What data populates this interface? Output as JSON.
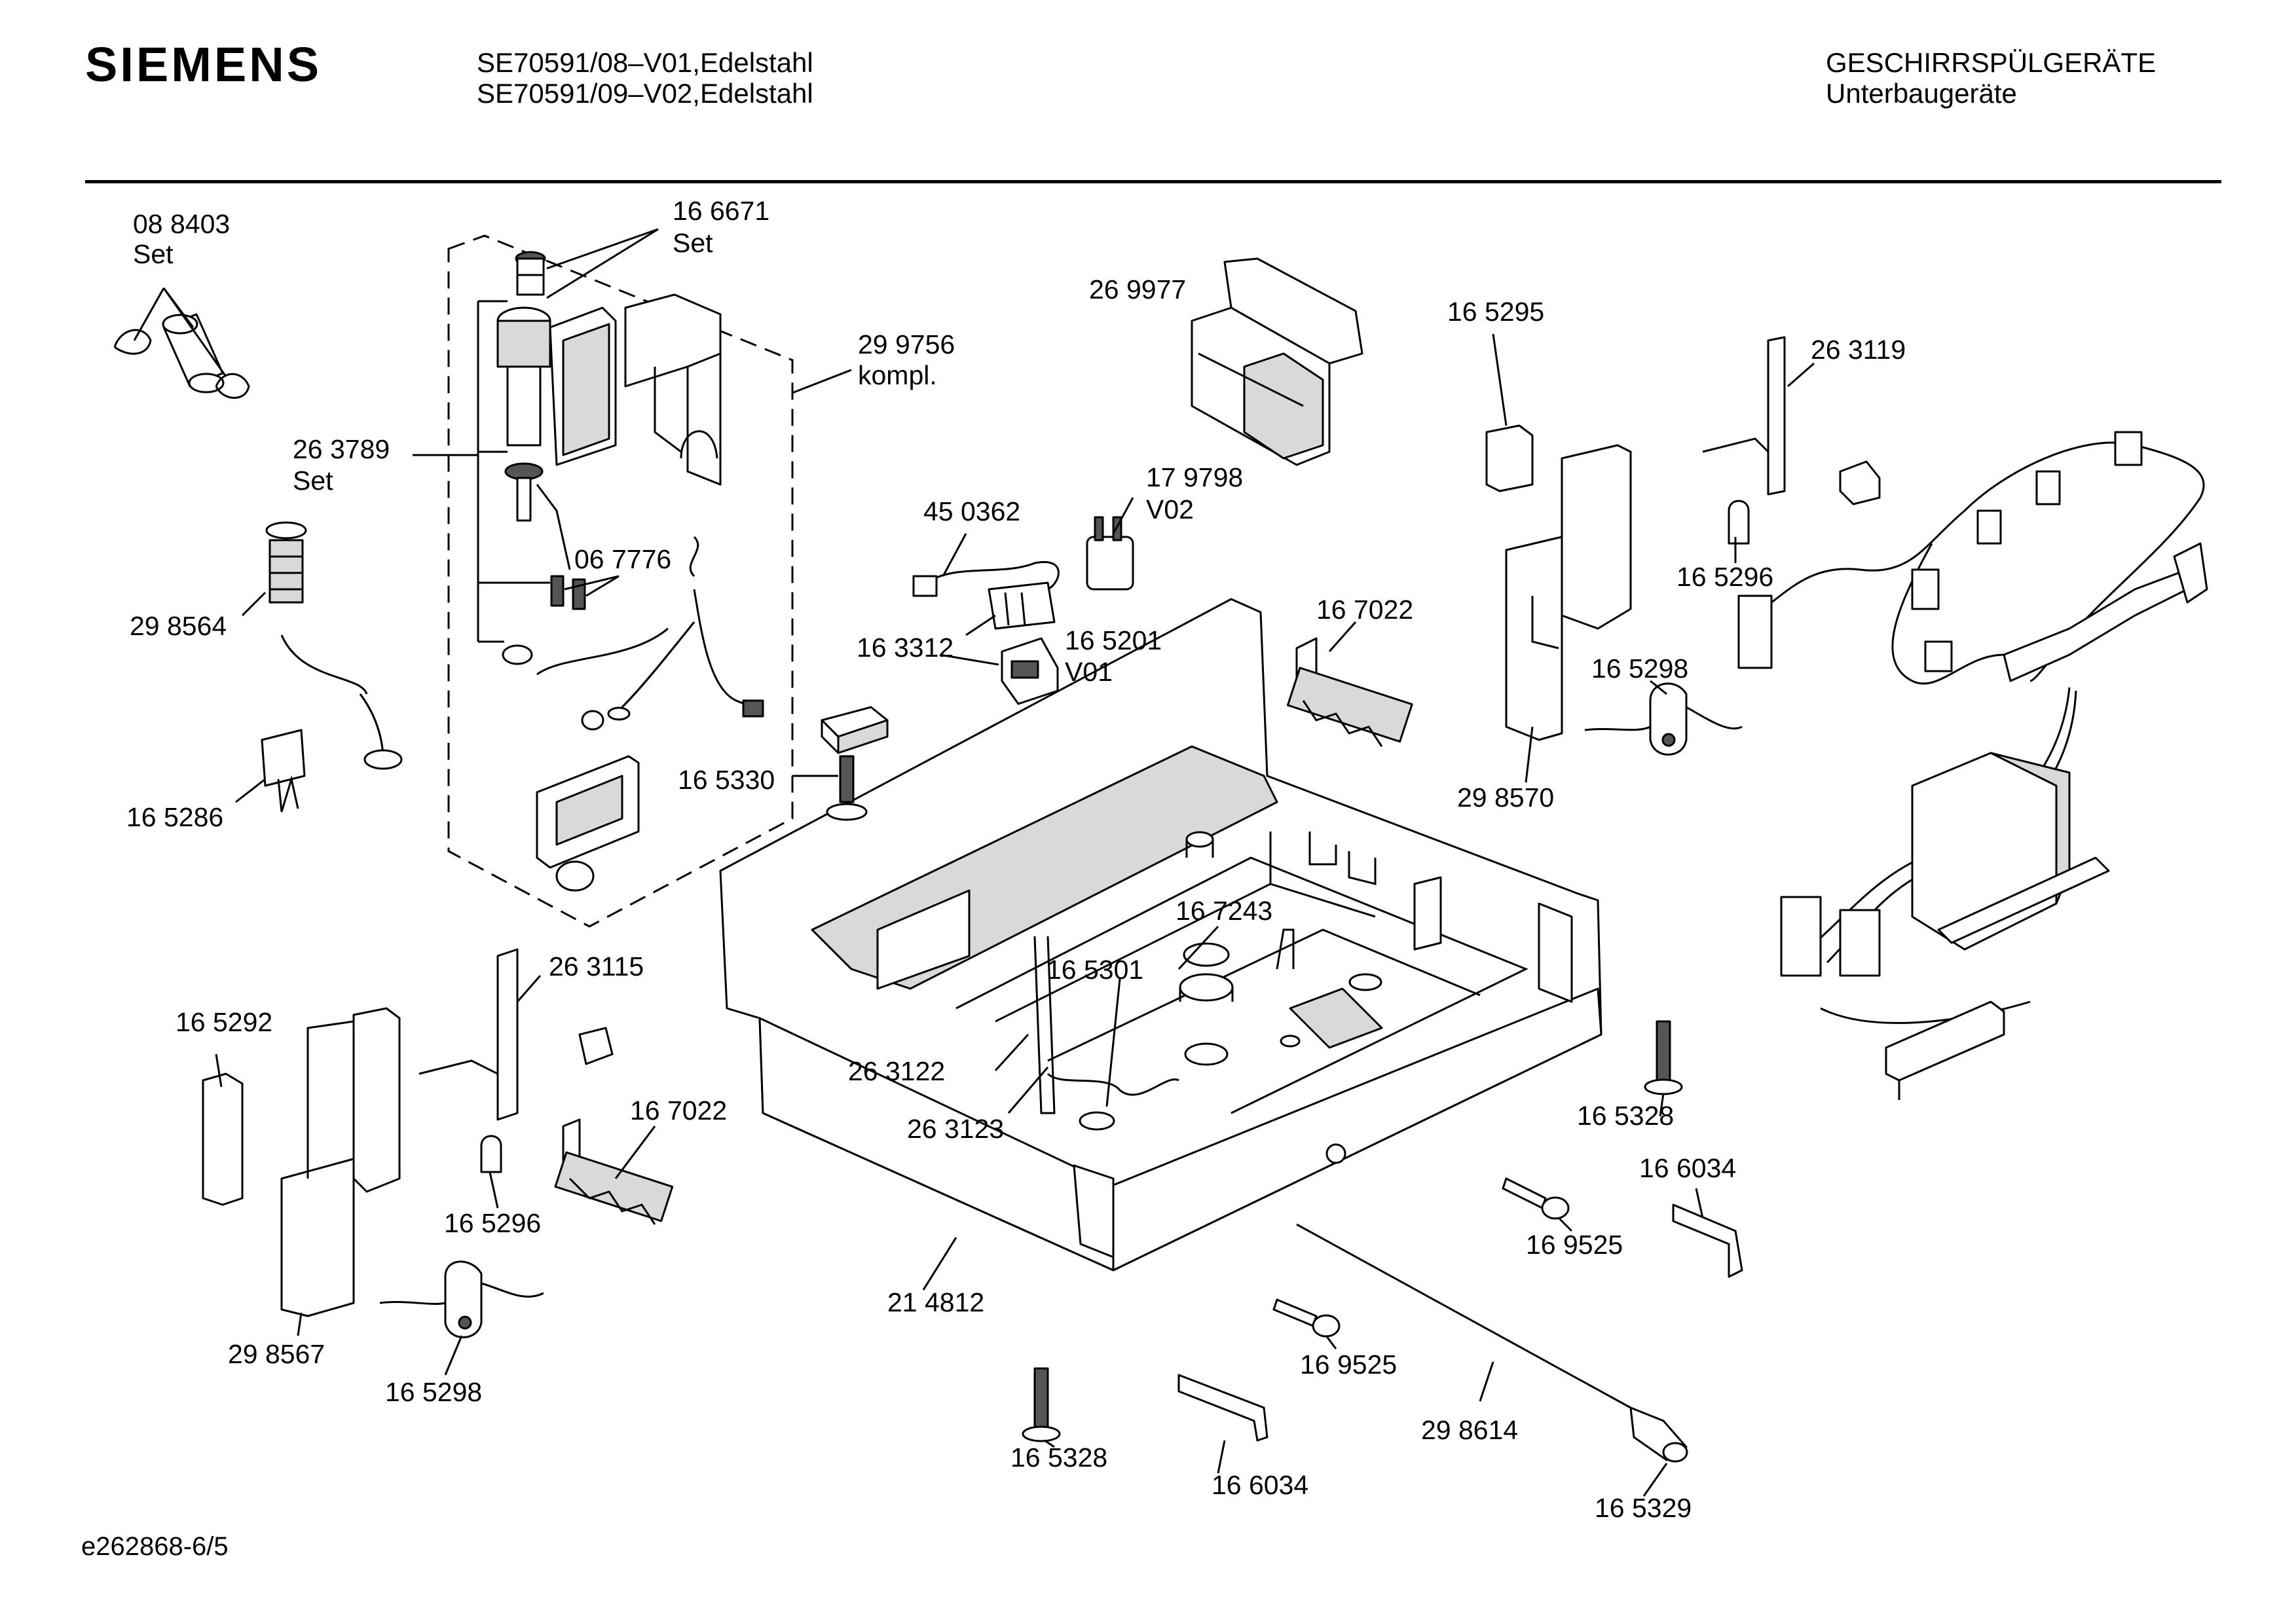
{
  "header": {
    "brand": "SIEMENS",
    "models": [
      "SE70591/08–V01,Edelstahl",
      "SE70591/09–V02,Edelstahl"
    ],
    "category": [
      "GESCHIRRSPÜLGERÄTE",
      "Unterbaugeräte"
    ]
  },
  "footer": "e262868-6/5",
  "labels": {
    "p088403": [
      "08 8403",
      "Set"
    ],
    "p166671": [
      "16 6671",
      "Set"
    ],
    "p299756": [
      "29 9756",
      "kompl."
    ],
    "p263789": [
      "26 3789",
      "Set"
    ],
    "p067776": "06 7776",
    "p298564": "29 8564",
    "p165286": "16 5286",
    "p269977": "26 9977",
    "p179798": [
      "17 9798",
      "V02"
    ],
    "p450362": "45 0362",
    "p163312": "16 3312",
    "p165201": [
      "16 5201",
      "V01"
    ],
    "p165330": "16 5330",
    "p167022a": "16 7022",
    "p165295": "16 5295",
    "p263119": "26 3119",
    "p165296a": "16 5296",
    "p165298a": "16 5298",
    "p298570": "29 8570",
    "p167243": "16 7243",
    "p165301": "16 5301",
    "p263115": "26 3115",
    "p165292": "16 5292",
    "p263122": "26 3122",
    "p263123": "26 3123",
    "p167022b": "16 7022",
    "p165296b": "16 5296",
    "p298567": "29 8567",
    "p165298b": "16 5298",
    "p214812": "21 4812",
    "p165328a": "16 5328",
    "p166034a": "16 6034",
    "p169525a": "16 9525",
    "p169525b": "16 9525",
    "p165328b": "16 5328",
    "p166034b": "16 6034",
    "p298614": "29 8614",
    "p165329": "16 5329"
  }
}
